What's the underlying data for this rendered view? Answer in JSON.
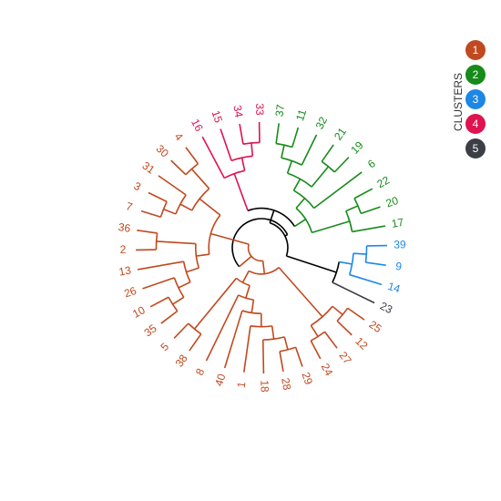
{
  "dendrogram": {
    "layout": "circular",
    "clusters": [
      {
        "id": "1",
        "label": "1",
        "color": "#C1491F",
        "leaves": [
          "4",
          "30",
          "31",
          "3",
          "7",
          "36",
          "2",
          "13",
          "26",
          "10",
          "35",
          "5",
          "38",
          "8",
          "40",
          "1",
          "18",
          "28",
          "29",
          "24",
          "27",
          "12",
          "25"
        ]
      },
      {
        "id": "5",
        "label": "5",
        "color": "#3B3F45",
        "leaves": [
          "23"
        ]
      },
      {
        "id": "3",
        "label": "3",
        "color": "#1D87E6",
        "leaves": [
          "14",
          "9",
          "39"
        ]
      },
      {
        "id": "2",
        "label": "2",
        "color": "#168B1A",
        "leaves": [
          "17",
          "20",
          "22",
          "6",
          "19",
          "21",
          "32",
          "11",
          "37"
        ]
      },
      {
        "id": "4",
        "label": "4",
        "color": "#E0124F",
        "leaves": [
          "33",
          "34",
          "15",
          "16"
        ]
      }
    ],
    "leaf_order": [
      "23",
      "14",
      "9",
      "39",
      "17",
      "20",
      "22",
      "6",
      "19",
      "21",
      "32",
      "11",
      "37",
      "33",
      "34",
      "15",
      "16",
      "4",
      "30",
      "31",
      "3",
      "7",
      "36",
      "2",
      "13",
      "26",
      "10",
      "35",
      "5",
      "38",
      "8",
      "40",
      "1",
      "18",
      "28",
      "29",
      "24",
      "27",
      "12",
      "25"
    ],
    "trunk_color": "#000000"
  },
  "legend": {
    "title": "CLUSTERS",
    "items": [
      {
        "label": "1",
        "color": "#C1491F"
      },
      {
        "label": "2",
        "color": "#168B1A"
      },
      {
        "label": "3",
        "color": "#1D87E6"
      },
      {
        "label": "4",
        "color": "#E0124F"
      },
      {
        "label": "5",
        "color": "#3B3F45"
      }
    ]
  }
}
